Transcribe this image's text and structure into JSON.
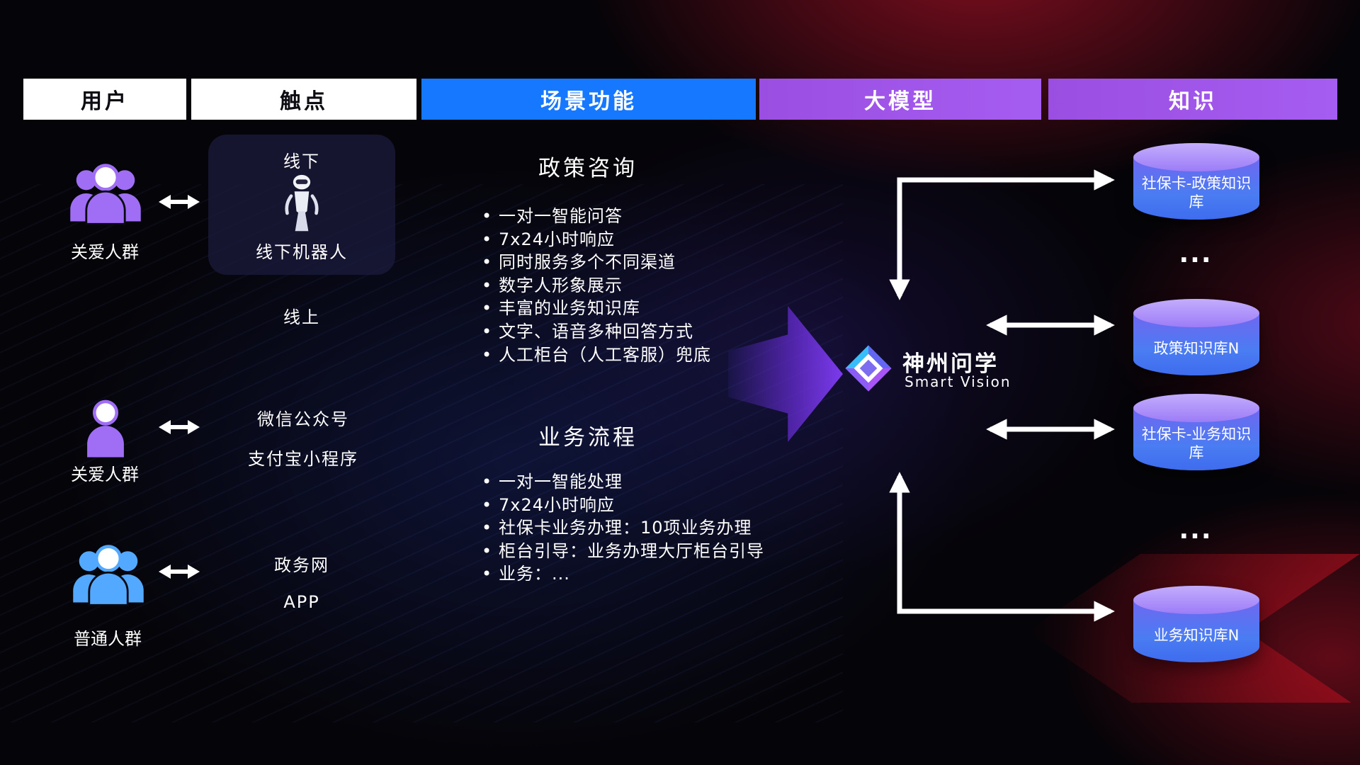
{
  "header": {
    "columns": [
      {
        "label": "用户"
      },
      {
        "label": "触点"
      },
      {
        "label": "场景功能"
      },
      {
        "label": "大模型"
      },
      {
        "label": "知识"
      }
    ]
  },
  "users": [
    {
      "label": "关爱人群"
    },
    {
      "label": "关爱人群"
    },
    {
      "label": "普通人群"
    }
  ],
  "touchpoints": {
    "offline_title": "线下",
    "offline_robot_label": "线下机器人",
    "online_title": "线上",
    "wechat": "微信公众号",
    "alipay": "支付宝小程序",
    "gov_web": "政务网",
    "app": "APP"
  },
  "functions": {
    "policy": {
      "title": "政策咨询",
      "bullets": [
        "一对一智能问答",
        "7x24小时响应",
        "同时服务多个不同渠道",
        "数字人形象展示",
        "丰富的业务知识库",
        "文字、语音多种回答方式",
        "人工柜台（人工客服）兜底"
      ]
    },
    "business": {
      "title": "业务流程",
      "bullets": [
        "一对一智能处理",
        "7x24小时响应",
        "社保卡业务办理：10项业务办理",
        "柜台引导：业务办理大厅柜台引导",
        "业务：..."
      ]
    }
  },
  "model": {
    "name": "神州问学",
    "subtitle": "Smart Vision"
  },
  "knowledge": {
    "items": [
      "社保卡-政策知识库",
      "...",
      "政策知识库N",
      "社保卡-业务知识库",
      "...",
      "业务知识库N"
    ]
  },
  "colors": {
    "scene_header_blue": "#1677ff",
    "model_header_purple": "#9d53e8",
    "db_top_purple": "#b49cfa",
    "db_body_blue": "#4a7cf2",
    "flow_arrow_purple": "#7c3aed",
    "user_purple": "#a06ef5",
    "user_blue": "#52a9ff",
    "arrow_white": "#ffffff"
  }
}
